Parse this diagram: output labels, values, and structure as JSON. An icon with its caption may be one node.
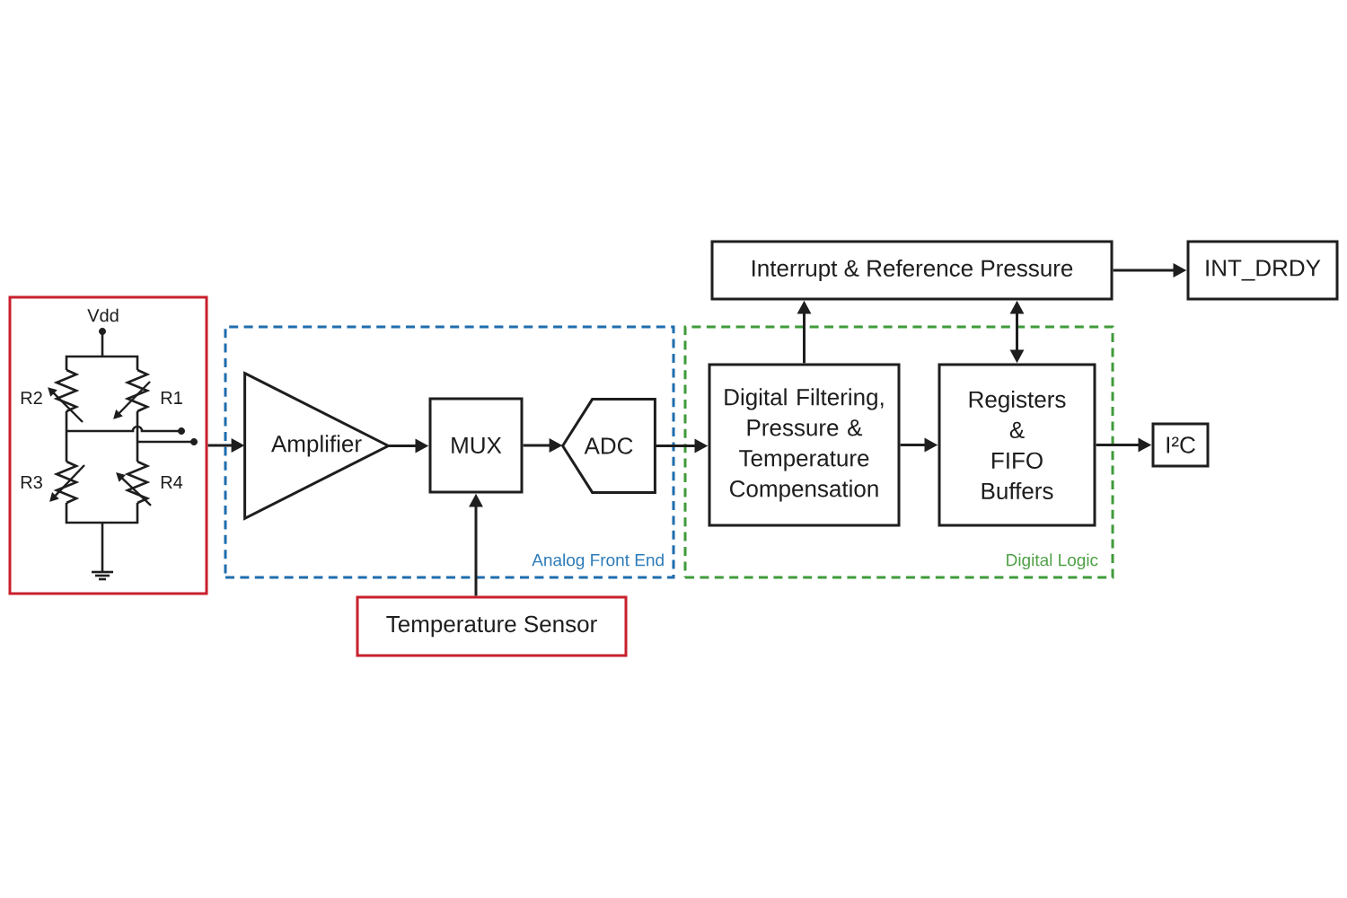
{
  "diagram": {
    "nodes": [
      {
        "text": [],
        "shape": "box"
      },
      {
        "text": [
          "Analog Front End"
        ]
      },
      {
        "text": [
          "Amplifier"
        ],
        "in": 1
      },
      {
        "text": [
          "MUX"
        ],
        "in": 1
      },
      {
        "text": [
          "ADC"
        ],
        "in": 1
      },
      {
        "text": [
          "Digital Logic"
        ]
      },
      {
        "text": [
          "Digital Filtering, Pressure & Temperature Compensation"
        ],
        "in": 5
      },
      {
        "text": [
          "Registers & FIFO Buffers"
        ],
        "in": 5
      },
      {
        "text": [
          "Interrupt & Reference Pressure"
        ]
      },
      {
        "text": [
          "INT_DRDY"
        ]
      },
      {
        "text": [
          "I²C"
        ]
      },
      {
        "text": [
          "Temperature Sensor"
        ]
      }
    ],
    "edges": [
      {
        "from": 0,
        "to": 2,
        "arrow": "to"
      },
      {
        "from": 2,
        "to": 3,
        "arrow": "to"
      },
      {
        "from": 3,
        "to": 4,
        "arrow": "to"
      },
      {
        "from": 4,
        "to": 6,
        "arrow": "to"
      },
      {
        "from": 6,
        "to": 7,
        "arrow": "to"
      },
      {
        "from": 7,
        "to": 10,
        "arrow": "to"
      },
      {
        "from": 6,
        "to": 8,
        "arrow": "to"
      },
      {
        "from": 7,
        "to": 8,
        "arrow": "both"
      },
      {
        "from": 8,
        "to": 9,
        "arrow": "to"
      },
      {
        "from": 11,
        "to": 3,
        "arrow": "to"
      }
    ],
    "labels": [
      "Vdd",
      "R2",
      "R1",
      "R3",
      "R4"
    ]
  }
}
